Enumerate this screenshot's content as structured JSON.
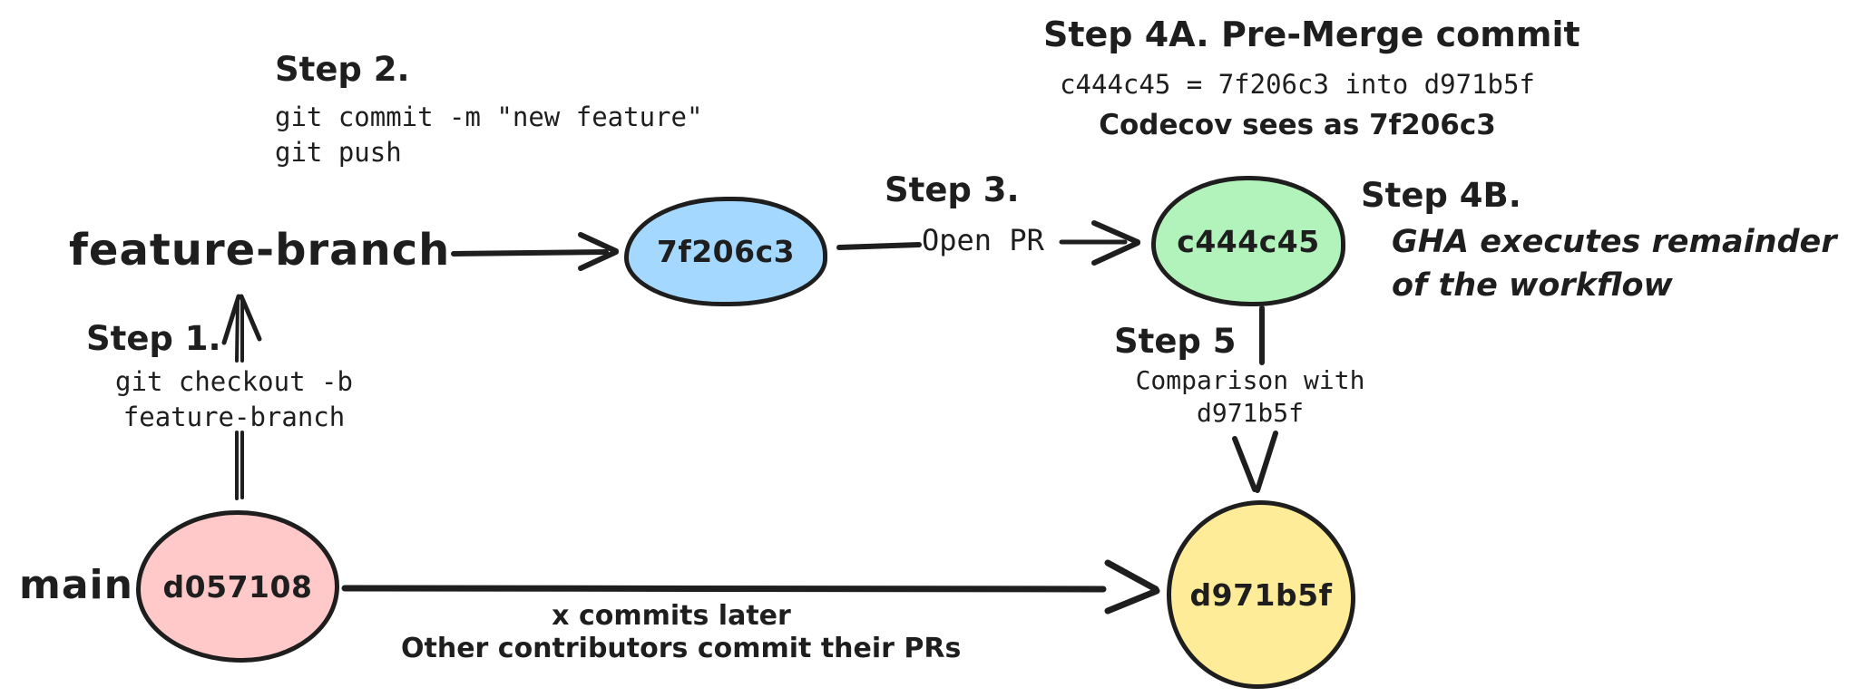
{
  "canvas": {
    "background": "#ffffff",
    "ink": "#1e1e1e"
  },
  "branch_labels": {
    "feature": "feature-branch",
    "main": "main"
  },
  "commits": [
    {
      "id": "feature-commit",
      "label": "7f206c3",
      "fill": "#a5d8ff"
    },
    {
      "id": "premerge-commit",
      "label": "c444c45",
      "fill": "#b2f2bb"
    },
    {
      "id": "main-head-commit",
      "label": "d971b5f",
      "fill": "#ffec99"
    },
    {
      "id": "main-base-commit",
      "label": "d057108",
      "fill": "#ffc9c9"
    }
  ],
  "steps": {
    "step1": {
      "title": "Step 1.",
      "code": [
        "git checkout -b",
        "feature-branch"
      ]
    },
    "step2": {
      "title": "Step 2.",
      "code": [
        "git commit -m \"new feature\"",
        "git push"
      ]
    },
    "step3": {
      "title": "Step 3.",
      "arrow_label": "Open PR"
    },
    "step4a": {
      "title": "Step 4A. Pre-Merge commit",
      "code_line": "c444c45 = 7f206c3 into d971b5f",
      "note": "Codecov sees as 7f206c3"
    },
    "step4b": {
      "title": "Step 4B.",
      "note_line1": "GHA executes remainder",
      "note_line2": "of the workflow"
    },
    "step5": {
      "title": "Step 5",
      "note_line1": "Comparison with",
      "note_line2": "d971b5f"
    }
  },
  "main_arrow_caption": {
    "line1": "x commits later",
    "line2": "Other contributors commit their PRs"
  }
}
